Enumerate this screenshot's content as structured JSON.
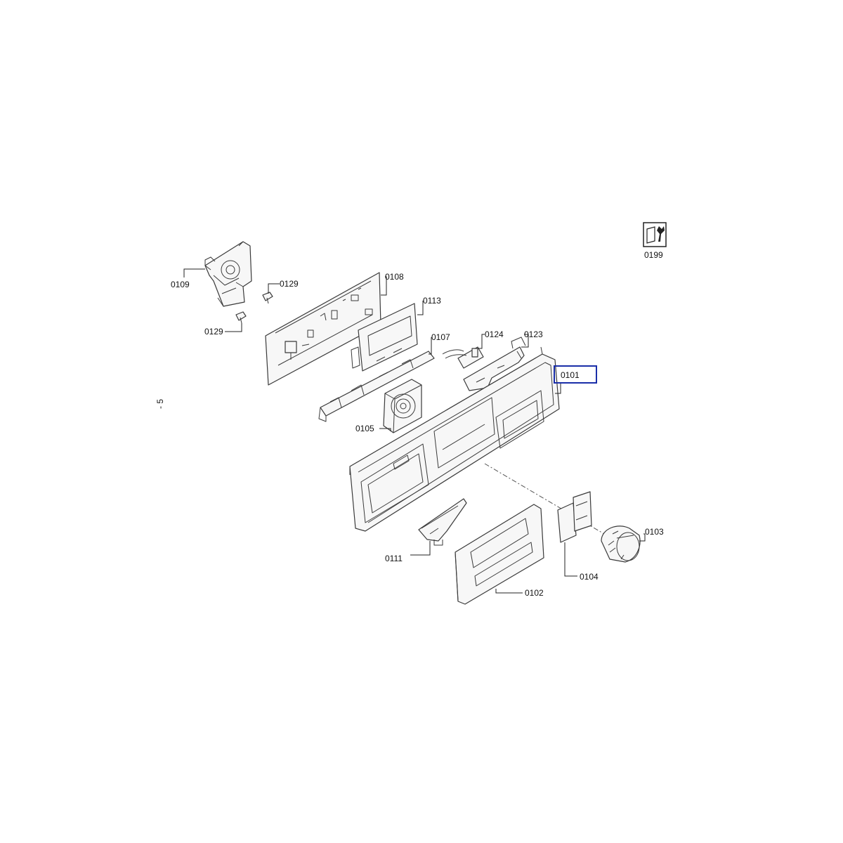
{
  "labels": {
    "p0101": "0101",
    "p0102": "0102",
    "p0103": "0103",
    "p0104": "0104",
    "p0105": "0105",
    "p0107": "0107",
    "p0108": "0108",
    "p0109": "0109",
    "p0111": "0111",
    "p0113": "0113",
    "p0123": "0123",
    "p0124": "0124",
    "p0129a": "0129",
    "p0129b": "0129",
    "p0199": "0199"
  },
  "margin_mark": "- 5",
  "highlighted_part": "0101",
  "colors": {
    "highlight": "#1a2ea8",
    "line": "#222222"
  },
  "icons": {
    "service": "wrench-icon"
  }
}
